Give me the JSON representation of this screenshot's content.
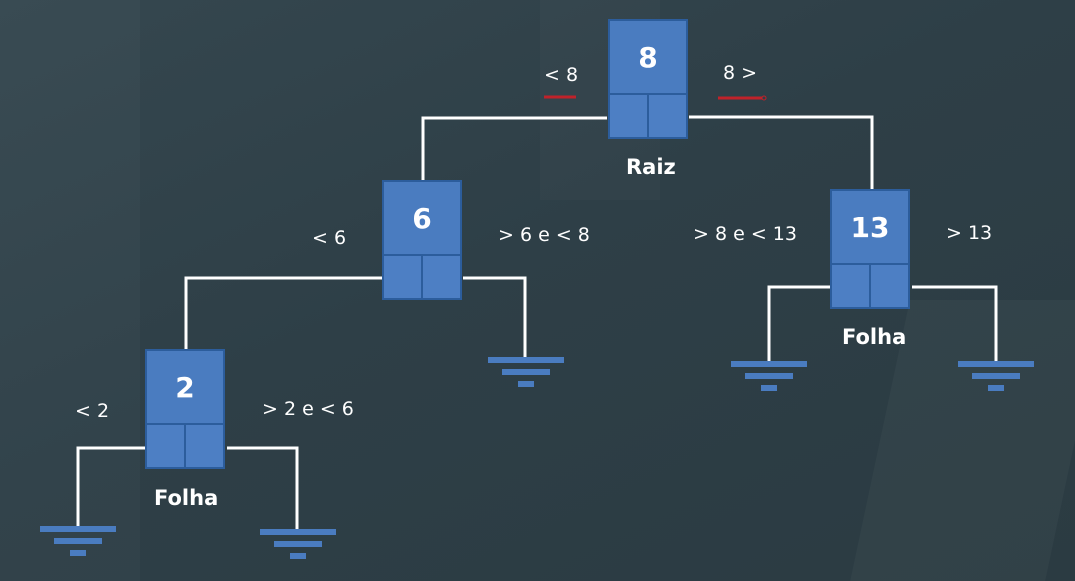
{
  "tree": {
    "root": {
      "value": "8",
      "caption": "Raiz",
      "left_label": "< 8",
      "right_label": "8 >"
    },
    "node_6": {
      "value": "6",
      "left_label": "< 6",
      "right_label": "> 6 e < 8"
    },
    "node_13": {
      "value": "13",
      "caption": "Folha",
      "left_label": "> 8 e < 13",
      "right_label": "> 13"
    },
    "node_2": {
      "value": "2",
      "caption": "Folha",
      "left_label": "< 2",
      "right_label": "> 2 e < 6"
    }
  },
  "colors": {
    "background": "#2f4048",
    "node_fill": "#4a7cc0",
    "node_border": "#2c5d9c",
    "edge": "#ffffff",
    "underline": "#c0222a"
  }
}
